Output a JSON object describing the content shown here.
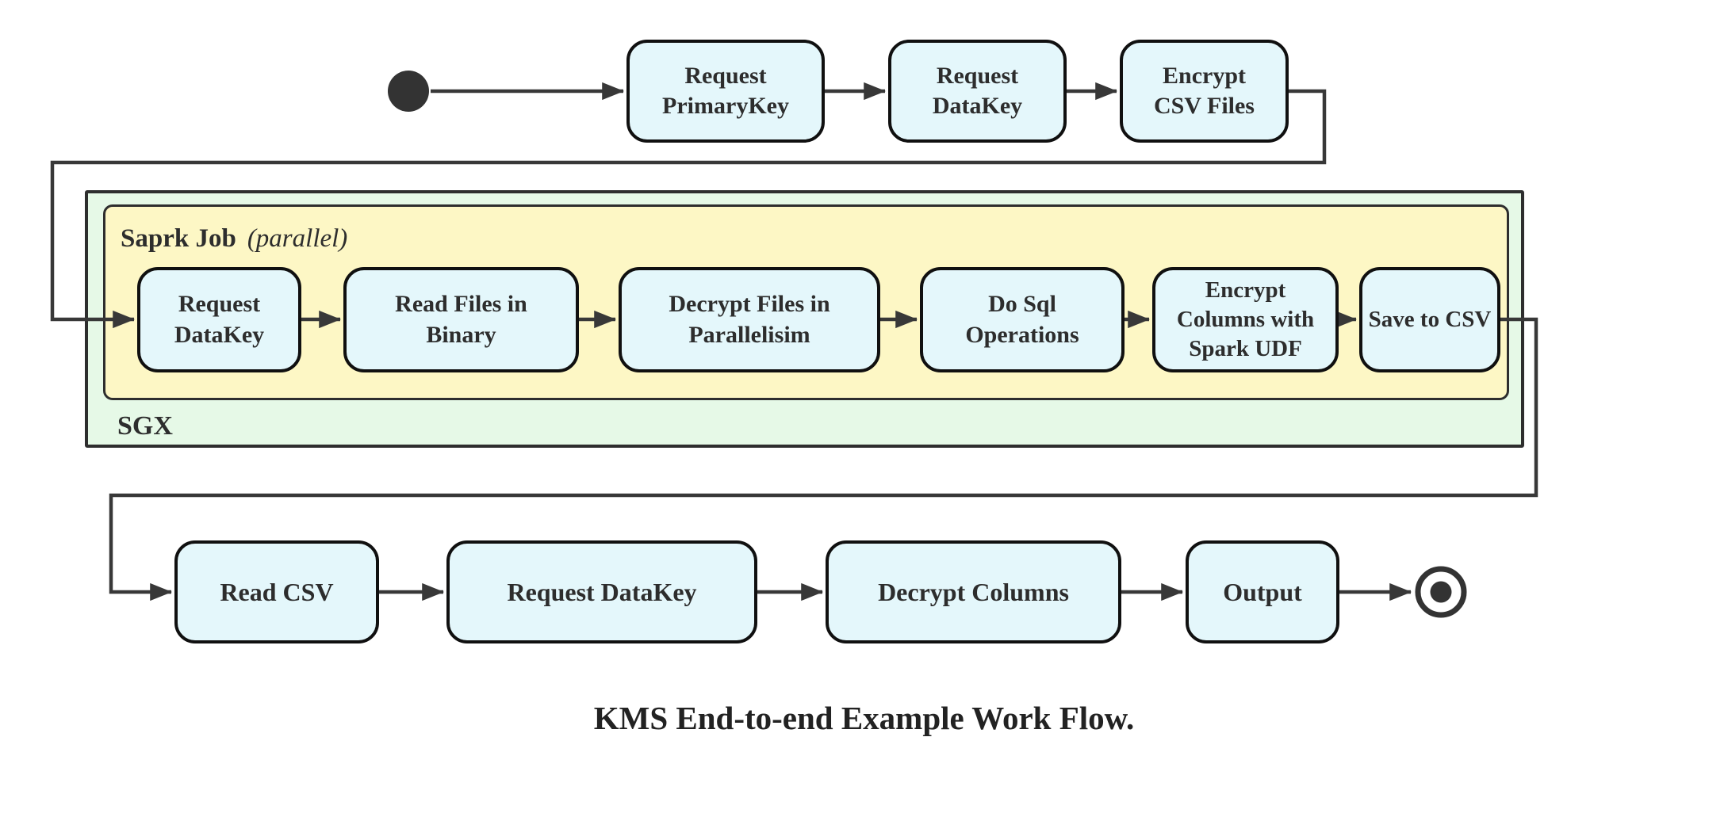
{
  "diagram": {
    "caption": "KMS End-to-end Example Work Flow.",
    "colors": {
      "node_fill": "#e4f7fb",
      "node_border": "#101010",
      "sgx_container_fill": "#e6f9e7",
      "spark_container_fill": "#fdf7c5",
      "connector": "#383838"
    },
    "top_row": {
      "node1": "Request\nPrimaryKey",
      "node2": "Request\nDataKey",
      "node3": "Encrypt\nCSV Files"
    },
    "sgx": {
      "label": "SGX",
      "spark_title": "Saprk Job",
      "spark_mode": "(parallel)",
      "nodes": {
        "node1": "Request\nDataKey",
        "node2": "Read Files in\nBinary",
        "node3": "Decrypt Files in\nParallelisim",
        "node4": "Do Sql\nOperations",
        "node5": "Encrypt\nColumns with\nSpark UDF",
        "node6": "Save to CSV"
      }
    },
    "bottom_row": {
      "node1": "Read CSV",
      "node2": "Request DataKey",
      "node3": "Decrypt Columns",
      "node4": "Output"
    }
  }
}
